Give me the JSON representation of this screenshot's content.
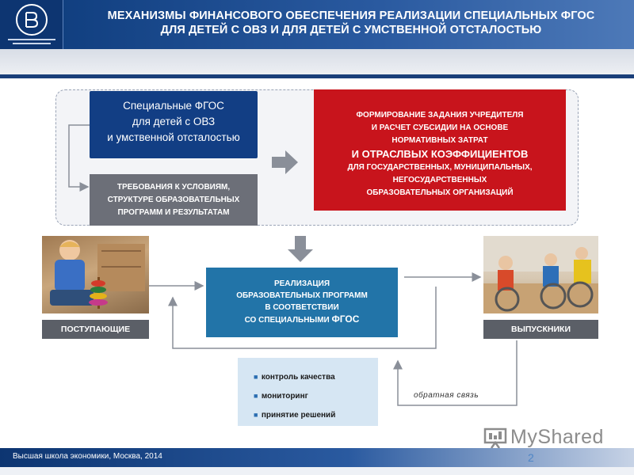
{
  "header": {
    "title_line1": "МЕХАНИЗМЫ ФИНАНСОВОГО ОБЕСПЕЧЕНИЯ РЕАЛИЗАЦИИ СПЕЦИАЛЬНЫХ ФГОС",
    "title_line2": "ДЛЯ ДЕТЕЙ С ОВЗ И ДЛЯ ДЕТЕЙ С УМСТВЕННОЙ ОТСТАЛОСТЬЮ"
  },
  "boxes": {
    "standards": [
      "Специальные ФГОС",
      "для детей с ОВЗ",
      "и умственной отсталостью"
    ],
    "requirements": [
      "ТРЕБОВАНИЯ К УСЛОВИЯМ,",
      "СТРУКТУРЕ ОБРАЗОВАТЕЛЬНЫХ",
      "ПРОГРАММ И РЕЗУЛЬТАТАМ"
    ],
    "financing": {
      "line1": "ФОРМИРОВАНИЕ ЗАДАНИЯ УЧРЕДИТЕЛЯ",
      "line2": "И РАСЧЕТ СУБСИДИИ НА ОСНОВЕ",
      "line3": "НОРМАТИВНЫХ ЗАТРАТ",
      "line4": "И ОТРАСЛВЫХ КОЭФФИЦИЕНТОВ",
      "line5": "ДЛЯ  ГОСУДАРСТВЕННЫХ, МУНИЦИПАЛЬНЫХ,",
      "line6": "НЕГОСУДАРСТВЕННЫХ",
      "line7": "ОБРАЗОВАТЕЛЬНЫХ ОРГАНИЗАЦИЙ"
    },
    "implementation": {
      "line1": "РЕАЛИЗАЦИЯ",
      "line2": "ОБРАЗОВАТЕЛЬНЫХ ПРОГРАММ",
      "line3": "В СООТВЕТСТВИИ",
      "line4a": "СО СПЕЦИАЛЬНЫМИ ",
      "line4b": "ФГОС"
    },
    "incoming": "ПОСТУПАЮЩИЕ",
    "graduates": "ВЫПУСКНИКИ"
  },
  "controls": [
    "контроль качества",
    "мониторинг",
    "принятие решений"
  ],
  "feedback_label": "обратная связь",
  "footer": {
    "text": "Высшая школа экономики, Москва, 2014",
    "page": "2"
  },
  "watermark": "MyShared",
  "colors": {
    "header_blue": "#0c3a7a",
    "box_blue": "#123e84",
    "box_red": "#c8141c",
    "box_teal": "#2274a8",
    "box_gray": "#6c6f78"
  }
}
